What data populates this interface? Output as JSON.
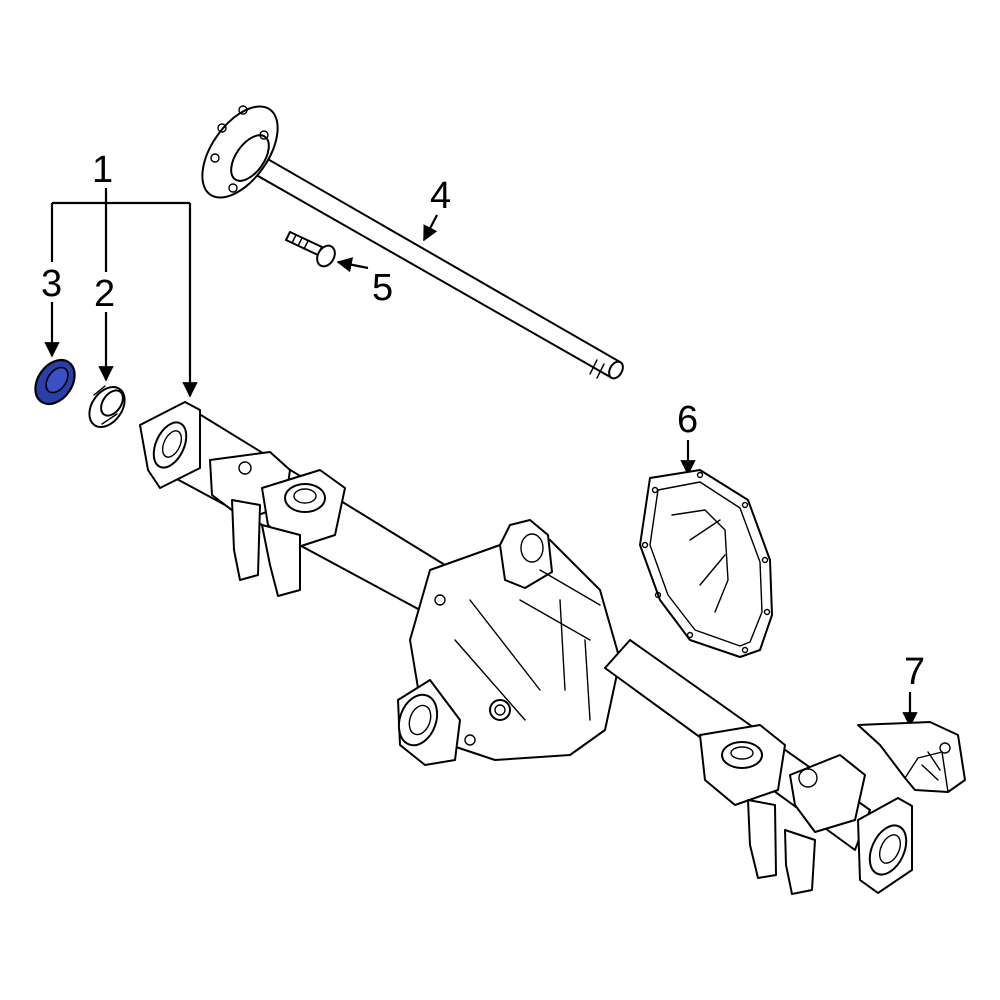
{
  "callouts": [
    {
      "id": "1",
      "label": "1"
    },
    {
      "id": "2",
      "label": "2"
    },
    {
      "id": "3",
      "label": "3"
    },
    {
      "id": "4",
      "label": "4"
    },
    {
      "id": "5",
      "label": "5"
    },
    {
      "id": "6",
      "label": "6"
    },
    {
      "id": "7",
      "label": "7"
    }
  ],
  "colors": {
    "highlight_part": "#2b3fa8",
    "line": "#000000",
    "background": "#ffffff"
  }
}
